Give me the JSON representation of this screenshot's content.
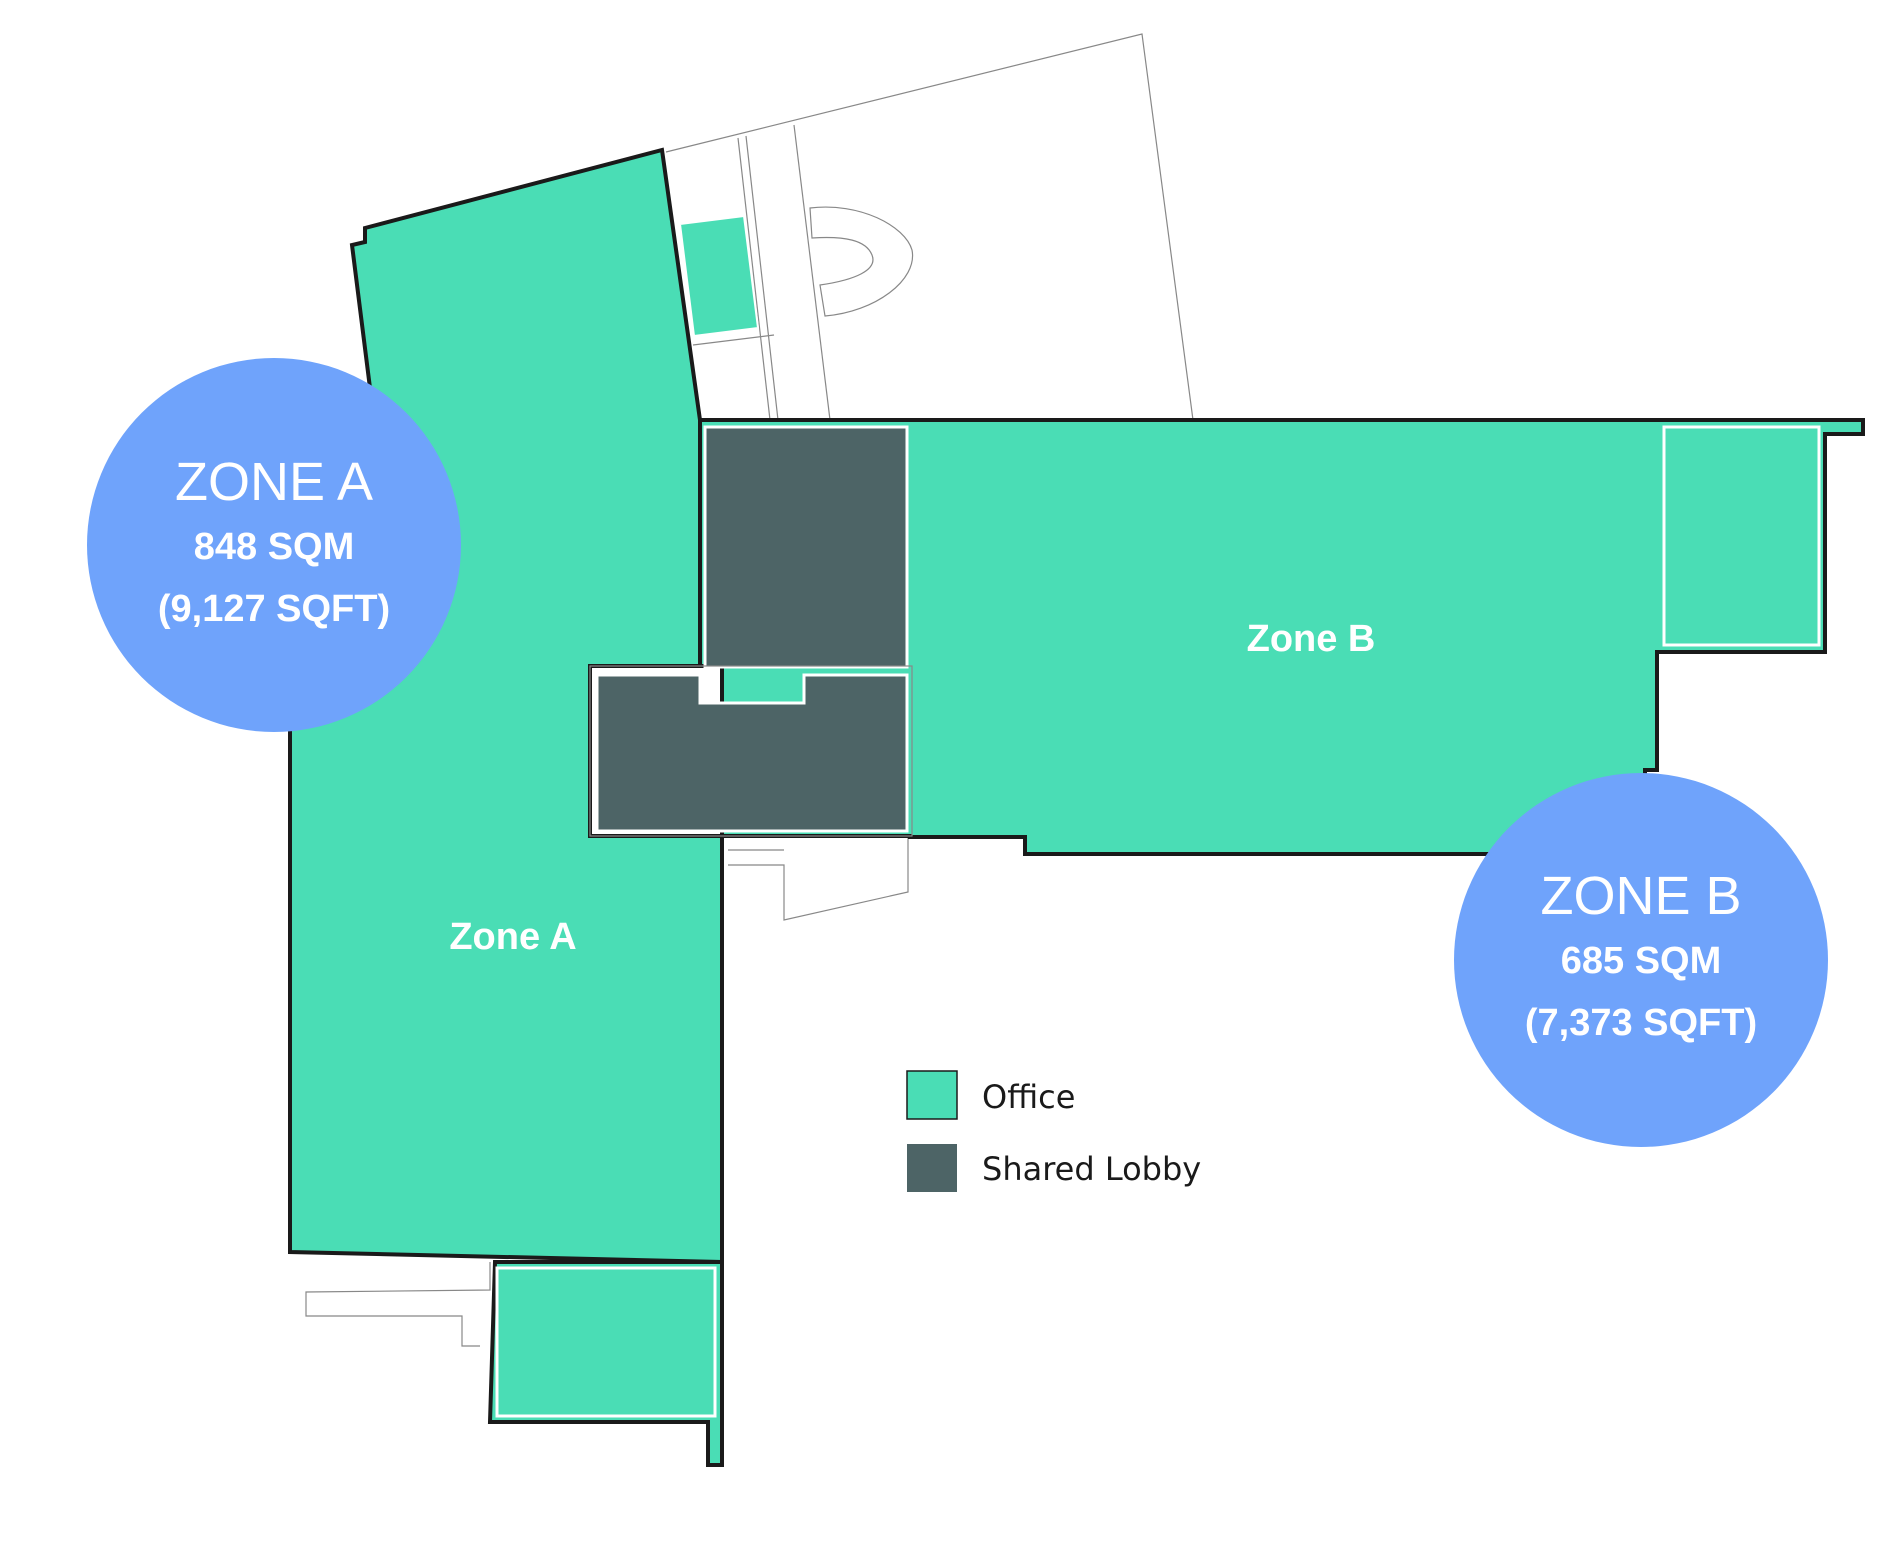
{
  "zones": [
    {
      "id": "a",
      "label": "Zone A",
      "badge_title": "ZONE A",
      "area_sqm": "848 SQM",
      "area_sqft": "(9,127 SQFT)"
    },
    {
      "id": "b",
      "label": "Zone B",
      "badge_title": "ZONE B",
      "area_sqm": "685 SQM",
      "area_sqft": "(7,373 SQFT)"
    }
  ],
  "legend": [
    {
      "label": "Office",
      "color": "#4ADDB5"
    },
    {
      "label": "Shared Lobby",
      "color": "#4D6466"
    }
  ],
  "colors": {
    "office": "#4ADDB5",
    "lobby": "#4D6466",
    "badge": "#6FA3FB",
    "outline": "#1a1a1a",
    "line": "#888888"
  }
}
